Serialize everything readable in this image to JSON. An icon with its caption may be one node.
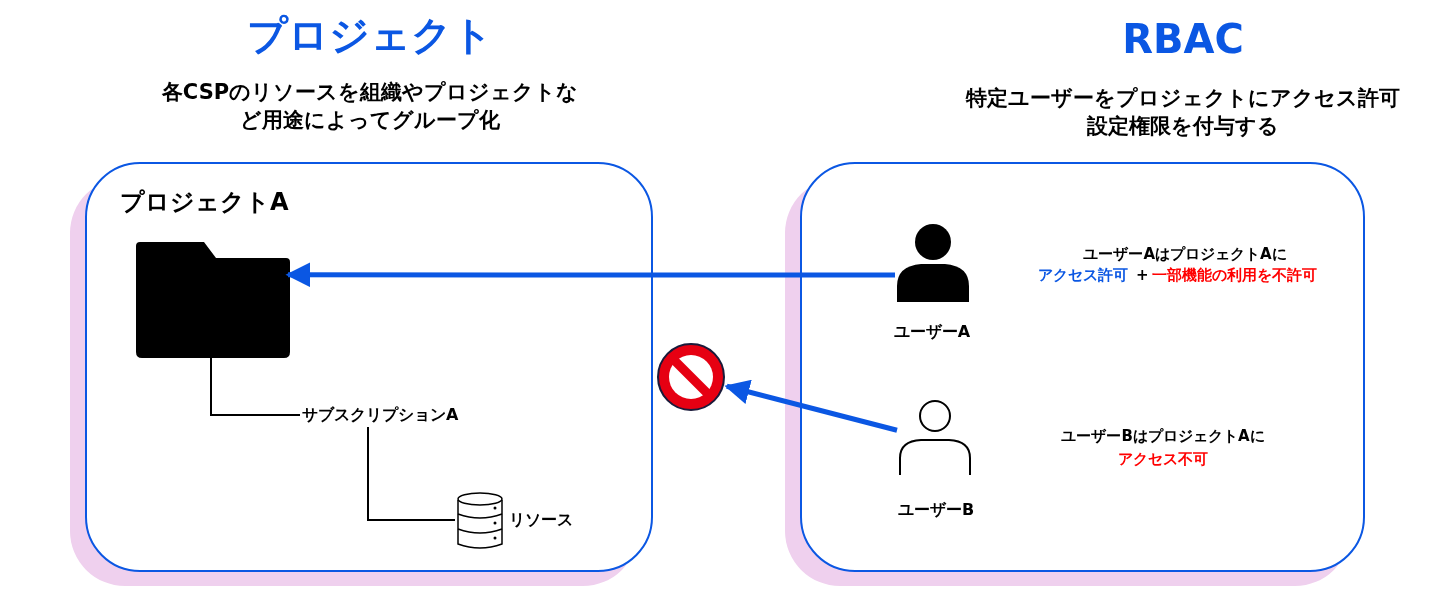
{
  "diagram": {
    "nodes": [
      {
        "text": [
          "プロジェクトA"
        ]
      },
      {
        "text": [],
        "shape": "folder",
        "in": 0
      },
      {
        "text": [
          "サブスクリプションA"
        ],
        "in": 0
      },
      {
        "text": [],
        "shape": "cylinder",
        "beside": [
          "リソース"
        ],
        "in": 0
      },
      {
        "text": [],
        "shape": "box"
      },
      {
        "text": [],
        "shape": "person",
        "beside": [
          "ユーザーA"
        ],
        "in": 4
      },
      {
        "text": [],
        "shape": "person",
        "beside": [
          "ユーザーB"
        ],
        "in": 4
      },
      {
        "text": [],
        "shape": "circle"
      }
    ],
    "edges": [
      {
        "from": 1,
        "to": 2,
        "arrow": "none"
      },
      {
        "from": 2,
        "to": 3,
        "arrow": "none"
      },
      {
        "from": 5,
        "to": 1,
        "arrow": "to",
        "style": "thick",
        "color": "#0b57e3"
      },
      {
        "from": 6,
        "to": 7,
        "arrow": "to",
        "style": "thick",
        "color": "#0b57e3"
      }
    ],
    "labels": [
      "プロジェクト",
      "各CSPのリソースを組織やプロジェクトなど用途によってグループ化",
      "RBAC",
      "特定ユーザーをプロジェクトにアクセス許可設定権限を付与する",
      "ユーザーAはプロジェクトAに",
      "アクセス許可",
      "+",
      "一部機能の利用を不許可",
      "ユーザーBはプロジェクトAに",
      "アクセス不可"
    ]
  }
}
